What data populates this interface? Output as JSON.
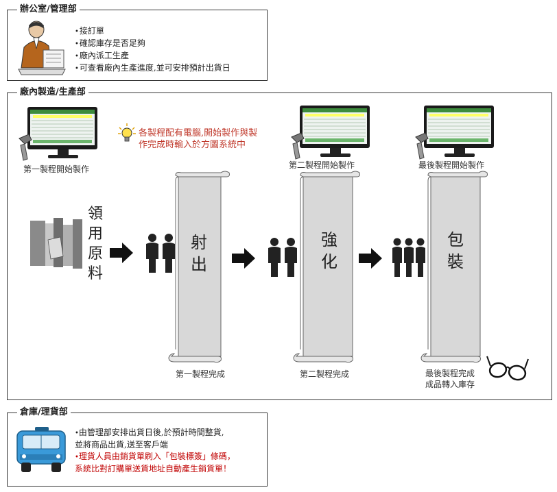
{
  "office": {
    "title": "辦公室/管理部",
    "items": [
      "接訂單",
      "確認庫存是否足夠",
      "廠內派工生產",
      "可查看廠內生產進度,並可安排預計出貨日"
    ]
  },
  "factory": {
    "title": "廠內製造/生產部",
    "note_line1": "各製程配有電腦,開始製作與製",
    "note_line2": "作完成時輸入於方圖系統中",
    "station1_label": "第一製程開始製作",
    "station2_label": "第二製程開始製作",
    "station3_label": "最後製程開始製作",
    "raw_material": [
      "領",
      "用",
      "原",
      "料"
    ],
    "process1": [
      "射",
      "出"
    ],
    "process2": [
      "強",
      "化"
    ],
    "process3": [
      "包",
      "裝"
    ],
    "done1": "第一製程完成",
    "done2": "第二製程完成",
    "done3_line1": "最後製程完成",
    "done3_line2": "成品轉入庫存"
  },
  "warehouse": {
    "title": "倉庫/理貨部",
    "line1": "由管理部安排出貨日後,於預計時間整貨,",
    "line2": "並將商品出貨,送至客戶端",
    "red_line1": "理貨人員由銷貨單刷入「包裝標簽」條碼，",
    "red_line2": "系統比對訂購單送貨地址自動產生銷貨單！"
  }
}
